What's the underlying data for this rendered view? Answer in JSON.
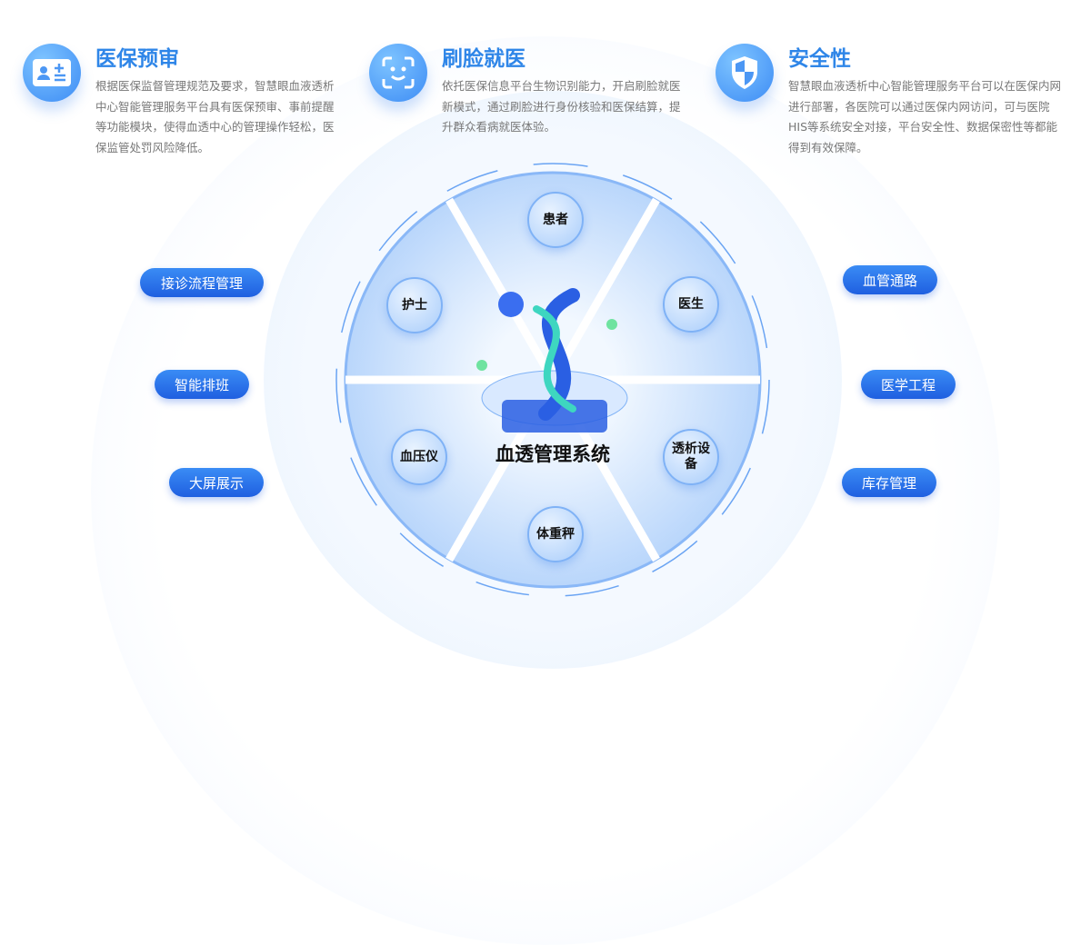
{
  "features": [
    {
      "title": "医保预审",
      "desc": "根据医保监督管理规范及要求，智慧眼血液透析中心智能管理服务平台具有医保预审、事前提醒等功能模块，使得血透中心的管理操作轻松，医保监管处罚风险降低。",
      "icon": "id-card-icon"
    },
    {
      "title": "刷脸就医",
      "desc": "依托医保信息平台生物识别能力，开启刷脸就医新模式，通过刷脸进行身份核验和医保结算，提升群众看病就医体验。",
      "icon": "face-scan-icon"
    },
    {
      "title": "安全性",
      "desc": "智慧眼血液透析中心智能管理服务平台可以在医保内网进行部署，各医院可以通过医保内网访问，可与医院HIS等系统安全对接，平台安全性、数据保密性等都能得到有效保障。",
      "icon": "shield-icon"
    }
  ],
  "left_modules": [
    "接诊流程管理",
    "智能排班",
    "大屏展示"
  ],
  "right_modules": [
    "血管通路",
    "医学工程",
    "库存管理"
  ],
  "center": {
    "title": "血透管理系统",
    "nodes": [
      "患者",
      "医生",
      "透析设备",
      "体重秤",
      "血压仪",
      "护士"
    ]
  },
  "colors": {
    "accent": "#2f86e8",
    "pill": "#1f5fe0"
  }
}
